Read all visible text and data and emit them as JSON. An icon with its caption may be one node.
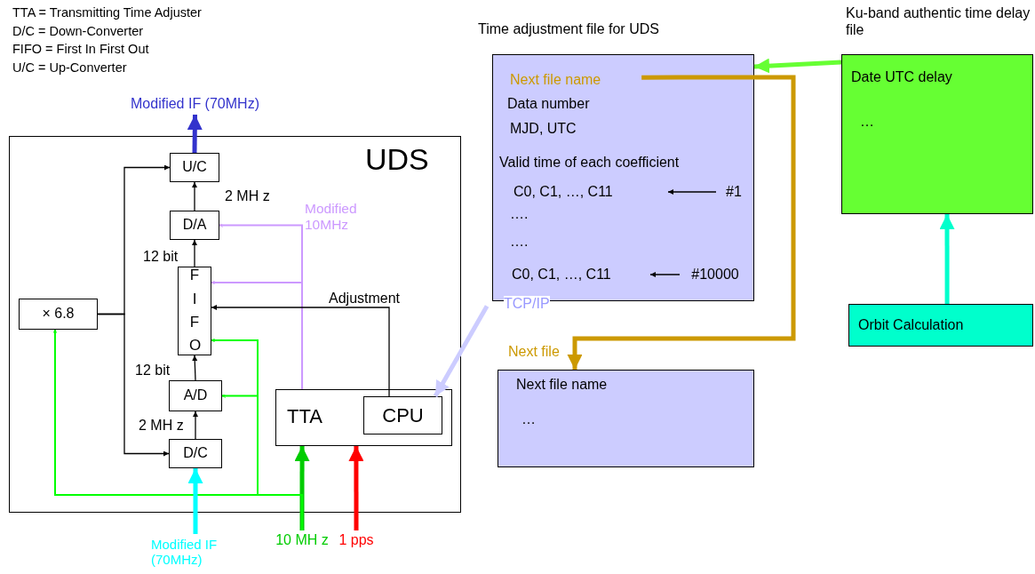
{
  "diagram": {
    "nodes": [
      {
        "text": [
          "UDS"
        ]
      },
      {
        "text": [
          "U/C"
        ],
        "in": 0
      },
      {
        "text": [
          "D/A"
        ],
        "in": 0
      },
      {
        "text": [
          "F I F O"
        ],
        "in": 0
      },
      {
        "text": [
          "A/D"
        ],
        "in": 0
      },
      {
        "text": [
          "D/C"
        ],
        "in": 0
      },
      {
        "text": [
          "× 6.8"
        ],
        "in": 0
      },
      {
        "text": [
          "TTA"
        ],
        "in": 0
      },
      {
        "text": [
          "CPU"
        ],
        "in": 7
      },
      {
        "text": [
          "Time adjustment file for UDS",
          "Next file name",
          "Data number",
          "MJD, UTC",
          "Valid time of each coefficient",
          "….",
          "…."
        ]
      },
      {
        "text": [
          "C0, C1, …, C11"
        ],
        "in": 9
      },
      {
        "text": [
          "#1"
        ],
        "in": 9
      },
      {
        "text": [
          "C0, C1, …, C11"
        ],
        "in": 9
      },
      {
        "text": [
          "#10000"
        ],
        "in": 9
      },
      {
        "text": [
          "Next file name",
          "…"
        ]
      },
      {
        "text": [
          "Ku-band authentic time delay file",
          "Date UTC delay",
          "…"
        ]
      },
      {
        "text": [
          "Orbit Calculation"
        ]
      },
      {
        "text": [
          "Modified IF (70MHz)"
        ]
      },
      {
        "text": [
          "Modified IF (70MHz)"
        ]
      },
      {
        "text": [
          "10 MH z"
        ]
      },
      {
        "text": [
          "1 pps"
        ]
      }
    ],
    "edges": [
      {
        "from": 1,
        "to": 17,
        "arrow": "to",
        "style": "thick",
        "color": "#3333cc"
      },
      {
        "from": 2,
        "to": 1,
        "arrow": "to",
        "label": "2 MH z"
      },
      {
        "from": 3,
        "to": 2,
        "arrow": "to",
        "label": "12 bit"
      },
      {
        "from": 4,
        "to": 3,
        "arrow": "to",
        "label": "12 bit"
      },
      {
        "from": 5,
        "to": 4,
        "arrow": "to",
        "label": "2 MH z"
      },
      {
        "from": 6,
        "to": 1,
        "arrow": "to"
      },
      {
        "from": 6,
        "to": 5,
        "arrow": "to"
      },
      {
        "from": 7,
        "to": 2,
        "arrow": "to",
        "label": "Modified 10MHz",
        "color": "#cc99ff"
      },
      {
        "from": 7,
        "to": 3,
        "arrow": "to",
        "color": "#cc99ff"
      },
      {
        "from": 8,
        "to": 3,
        "arrow": "to",
        "label": "Adjustment"
      },
      {
        "from": 19,
        "to": 7,
        "arrow": "to",
        "style": "thick",
        "color": "#00cc00"
      },
      {
        "from": 19,
        "to": 6,
        "arrow": "to",
        "color": "#00ff00"
      },
      {
        "from": 19,
        "to": 3,
        "arrow": "to",
        "color": "#00ff00"
      },
      {
        "from": 19,
        "to": 4,
        "arrow": "to",
        "color": "#00ff00"
      },
      {
        "from": 18,
        "to": 5,
        "arrow": "to",
        "style": "thick",
        "color": "#00ffff"
      },
      {
        "from": 20,
        "to": 7,
        "arrow": "to",
        "style": "thick",
        "color": "#ff0000"
      },
      {
        "from": 15,
        "to": 9,
        "arrow": "to",
        "style": "thick",
        "color": "#66ff33"
      },
      {
        "from": 16,
        "to": 15,
        "arrow": "to",
        "style": "thick",
        "color": "#00ffcc"
      },
      {
        "from": 9,
        "to": 14,
        "arrow": "to",
        "label": "Next file",
        "style": "thick",
        "color": "#cc9900"
      },
      {
        "from": 9,
        "to": 8,
        "arrow": "to",
        "label": "TCP/IP",
        "style": "thick",
        "color": "#ccccff"
      },
      {
        "from": 11,
        "to": 10,
        "arrow": "to"
      },
      {
        "from": 13,
        "to": 12,
        "arrow": "to"
      }
    ],
    "labels": [
      "TTA = Transmitting Time Adjuster",
      "D/C = Down-Converter",
      "FIFO = First In First Out",
      "U/C = Up-Converter"
    ]
  }
}
